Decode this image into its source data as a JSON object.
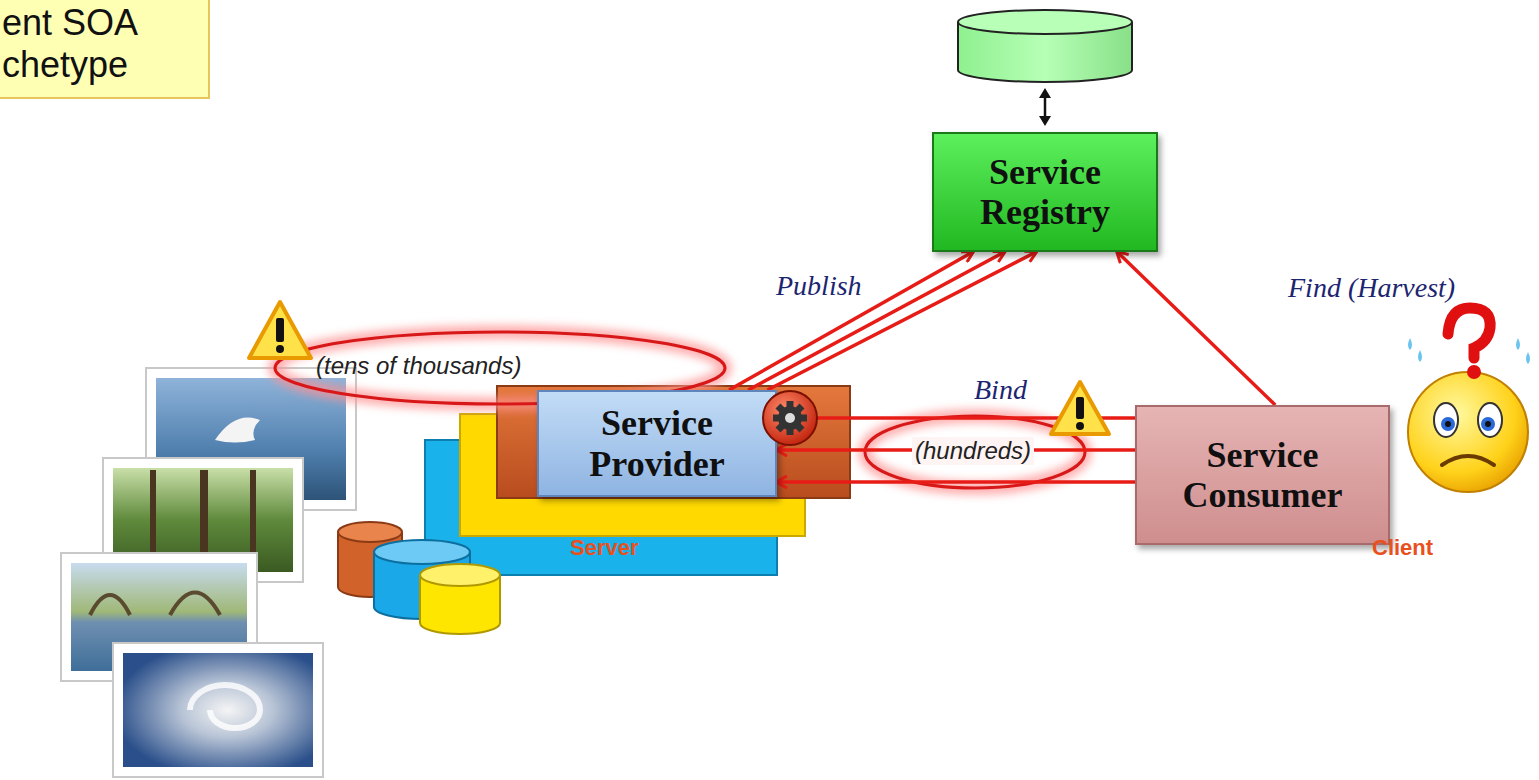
{
  "diagram": {
    "title": "ent SOA chetype",
    "nodes": [
      {
        "text": [
          "Service Registry"
        ]
      },
      {
        "text": [
          "Service Provider"
        ]
      },
      {
        "text": [
          "Service Consumer"
        ]
      }
    ],
    "edges": [
      {
        "from": 1,
        "to": 0,
        "arrow": "to",
        "label": "Publish"
      },
      {
        "from": 1,
        "to": 0,
        "arrow": "to"
      },
      {
        "from": 1,
        "to": 0,
        "arrow": "to"
      },
      {
        "from": 2,
        "to": 0,
        "arrow": "to",
        "label": "Find (Harvest)"
      },
      {
        "from": 2,
        "to": 1,
        "arrow": "to",
        "label": "Bind"
      },
      {
        "from": 2,
        "to": 1,
        "arrow": "to"
      },
      {
        "from": 2,
        "to": 1,
        "arrow": "to"
      }
    ],
    "labels": [
      "(tens of thousands)",
      "(hundreds)",
      "Server",
      "Client"
    ]
  }
}
